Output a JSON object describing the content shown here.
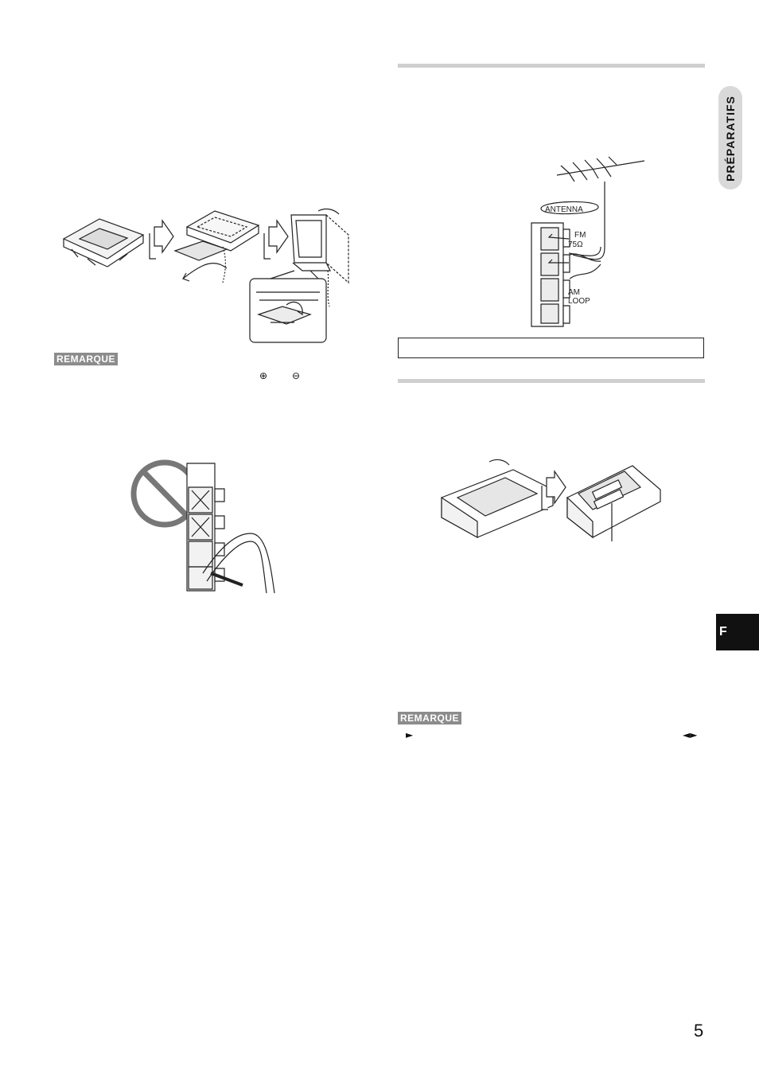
{
  "sidebar": {
    "section_tab": "PRÉPARATIFS",
    "language_tab": "F"
  },
  "left": {
    "note_badge": "REMARQUE",
    "note_symbols": {
      "plus": "⊕",
      "minus": "⊖"
    }
  },
  "right": {
    "antenna_figure": {
      "antenna_label": "ANTENNA",
      "fm_label": "FM",
      "fm_ohm": "75Ω",
      "am_label_1": "AM",
      "am_label_2": "LOOP"
    },
    "note_badge": "REMARQUE",
    "note_symbols": {
      "play": "►",
      "left_right": "◄►"
    }
  },
  "footer": {
    "page_number": "5"
  }
}
